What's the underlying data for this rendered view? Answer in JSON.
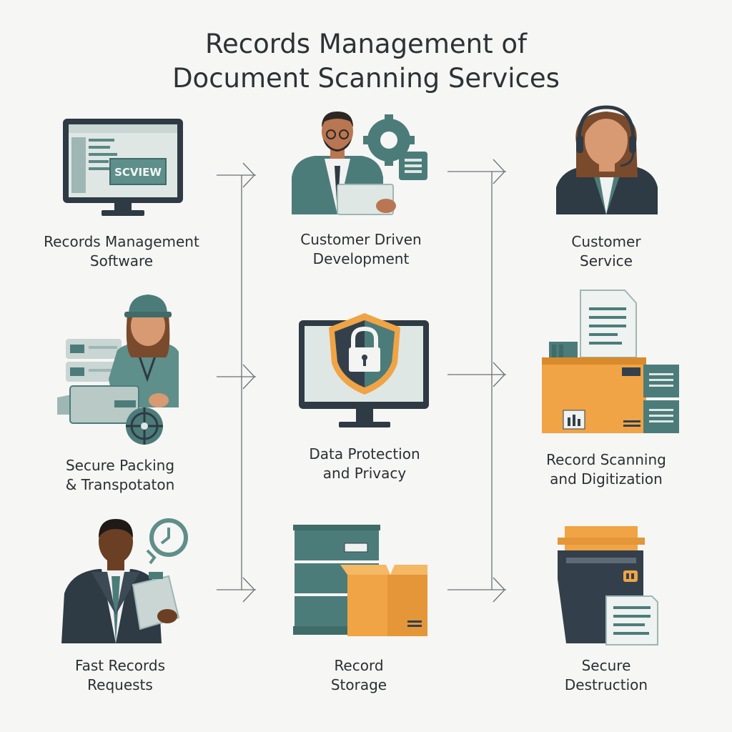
{
  "title": {
    "line1": "Records Management of",
    "line2": "Document Scanning Services"
  },
  "items": [
    {
      "line1": "Records Management",
      "line2": "Software",
      "icon": "monitor-software-icon",
      "screen_text": "SCVIEW"
    },
    {
      "line1": "Customer Driven",
      "line2": "Development",
      "icon": "developer-gear-icon"
    },
    {
      "line1": "Customer",
      "line2": "Service",
      "icon": "headset-agent-icon"
    },
    {
      "line1": "Secure Packing",
      "line2": "& Transpotaton",
      "icon": "courier-packing-icon"
    },
    {
      "line1": "Data Protection",
      "line2": "and Privacy",
      "icon": "monitor-shield-lock-icon"
    },
    {
      "line1": "Record Scanning",
      "line2": "and Digitization",
      "icon": "scanning-box-document-icon"
    },
    {
      "line1": "Fast Records",
      "line2": "Requests",
      "icon": "businessman-clock-icon"
    },
    {
      "line1": "Record",
      "line2": "Storage",
      "icon": "filing-cabinet-box-icon"
    },
    {
      "line1": "Secure",
      "line2": "Destruction",
      "icon": "shredder-icon"
    }
  ],
  "colors": {
    "teal": "#4c7c7a",
    "dark_teal": "#3f6b69",
    "orange": "#f0a445",
    "navy": "#33404c",
    "skin": "#d79a72",
    "light": "#dfe7e4"
  }
}
